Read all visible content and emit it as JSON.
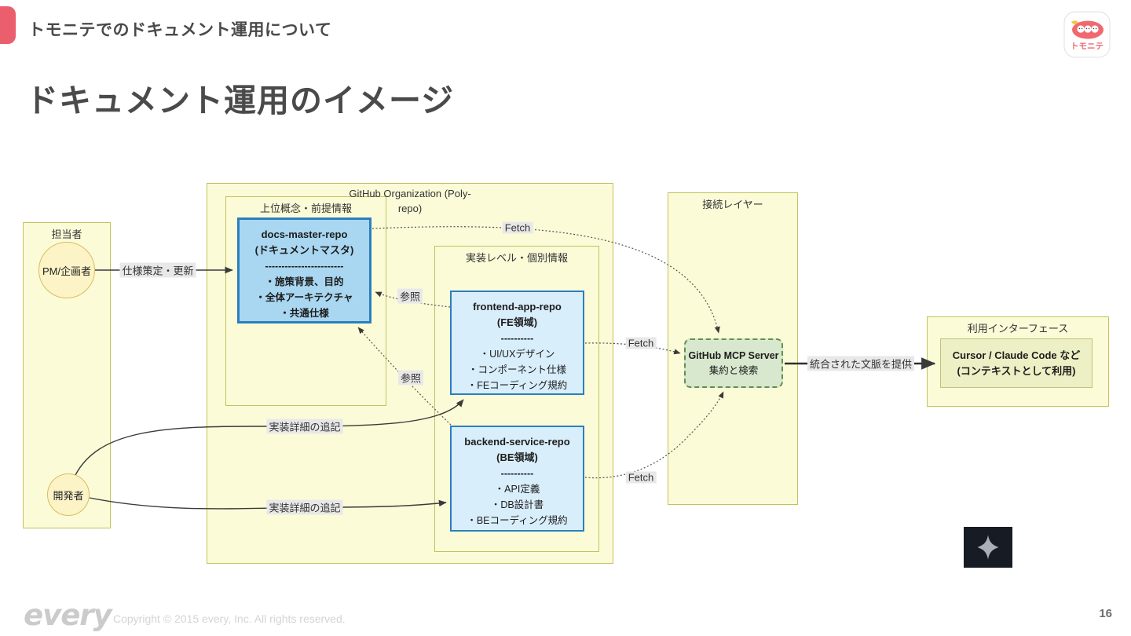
{
  "header": {
    "eyebrow": "トモニテでのドキュメント運用について",
    "title": "ドキュメント運用のイメージ",
    "logo_text": "トモニテ"
  },
  "diagram": {
    "groups": {
      "actors": {
        "label": "担当者"
      },
      "github_org": {
        "label_line1": "GitHub Organization (Poly-",
        "label_line2": "repo)"
      },
      "upper_concept": {
        "label": "上位概念・前提情報"
      },
      "impl_level": {
        "label": "実装レベル・個別情報"
      },
      "connection_layer": {
        "label": "接続レイヤー"
      },
      "usage_interface": {
        "label": "利用インターフェース"
      }
    },
    "nodes": {
      "pm": {
        "label": "PM/企画者"
      },
      "dev": {
        "label": "開発者"
      },
      "docs_master": {
        "title": "docs-master-repo",
        "subtitle": "(ドキュメントマスタ)",
        "divider": "------------------------",
        "items": [
          "・施策背景、目的",
          "・全体アーキテクチャ",
          "・共通仕様"
        ]
      },
      "frontend": {
        "title": "frontend-app-repo",
        "subtitle": "(FE領域)",
        "divider": "----------",
        "items": [
          "・UI/UXデザイン",
          "・コンポーネント仕様",
          "・FEコーディング規約"
        ]
      },
      "backend": {
        "title": "backend-service-repo",
        "subtitle": "(BE領域)",
        "divider": "----------",
        "items": [
          "・API定義",
          "・DB設計書",
          "・BEコーディング規約"
        ]
      },
      "mcp": {
        "title": "GitHub MCP Server",
        "subtitle": "集約と検索"
      },
      "cursor": {
        "title": "Cursor / Claude Code など",
        "subtitle": "(コンテキストとして利用)"
      }
    },
    "edge_labels": {
      "spec": "仕様策定・更新",
      "fetch_docs": "Fetch",
      "ref_fe": "参照",
      "ref_be": "参照",
      "impl_fe": "実装詳細の追記",
      "impl_be": "実装詳細の追記",
      "fetch_fe": "Fetch",
      "fetch_be": "Fetch",
      "provide": "統合された文脈を提供"
    },
    "colors": {
      "accent_red": "#EB5E6E",
      "group_fill": "#FBFBD8",
      "group_border": "#C2C25E",
      "master_repo_fill": "#A9D6F0",
      "repo_fill": "#D9EEFB",
      "repo_border": "#2B7FBF",
      "mcp_fill": "#D8E8CE",
      "mcp_border": "#63904F",
      "cursor_fill": "#EDEFC5",
      "circle_fill": "#FCF3C7",
      "edge_label_bg": "#E8E8E8"
    }
  },
  "footer": {
    "logo": "every",
    "copyright": "Copyright © 2015 every, Inc. All rights reserved.",
    "page_number": "16"
  }
}
